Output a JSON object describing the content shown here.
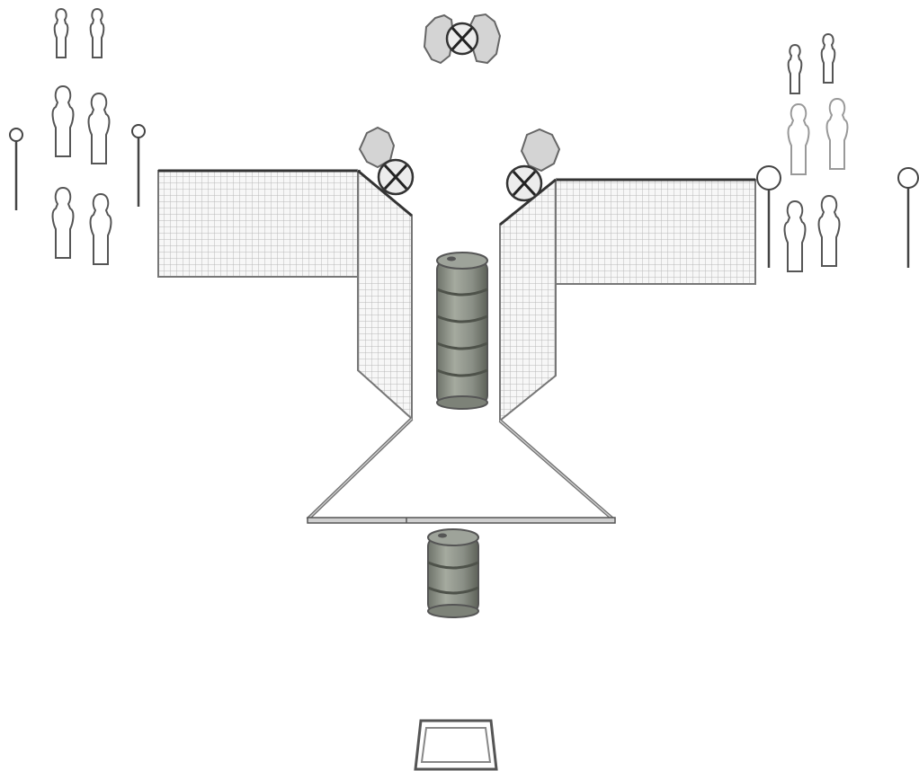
{
  "diagram": {
    "background": "#ffffff",
    "colors": {
      "outline": "#555555",
      "dark_outline": "#333333",
      "screen_fill": "#ffffff",
      "grid": "#b8b8b8",
      "panel_fill": "#f4f4f4",
      "barrel_fill": "#8a8f86",
      "barrel_dark": "#666b62",
      "cone_fill": "#cfcfcf",
      "rail": "#777777"
    },
    "icons": {
      "figure": "person-silhouette-icon",
      "marker": "pin-marker-icon",
      "cone": "cone-x-icon",
      "barrel": "barrel-icon",
      "bucket": "bucket-icon"
    },
    "counts": {
      "left_figures": 6,
      "right_figures": 6,
      "markers": 4,
      "cone_markers": 3,
      "barrels": 2
    }
  }
}
